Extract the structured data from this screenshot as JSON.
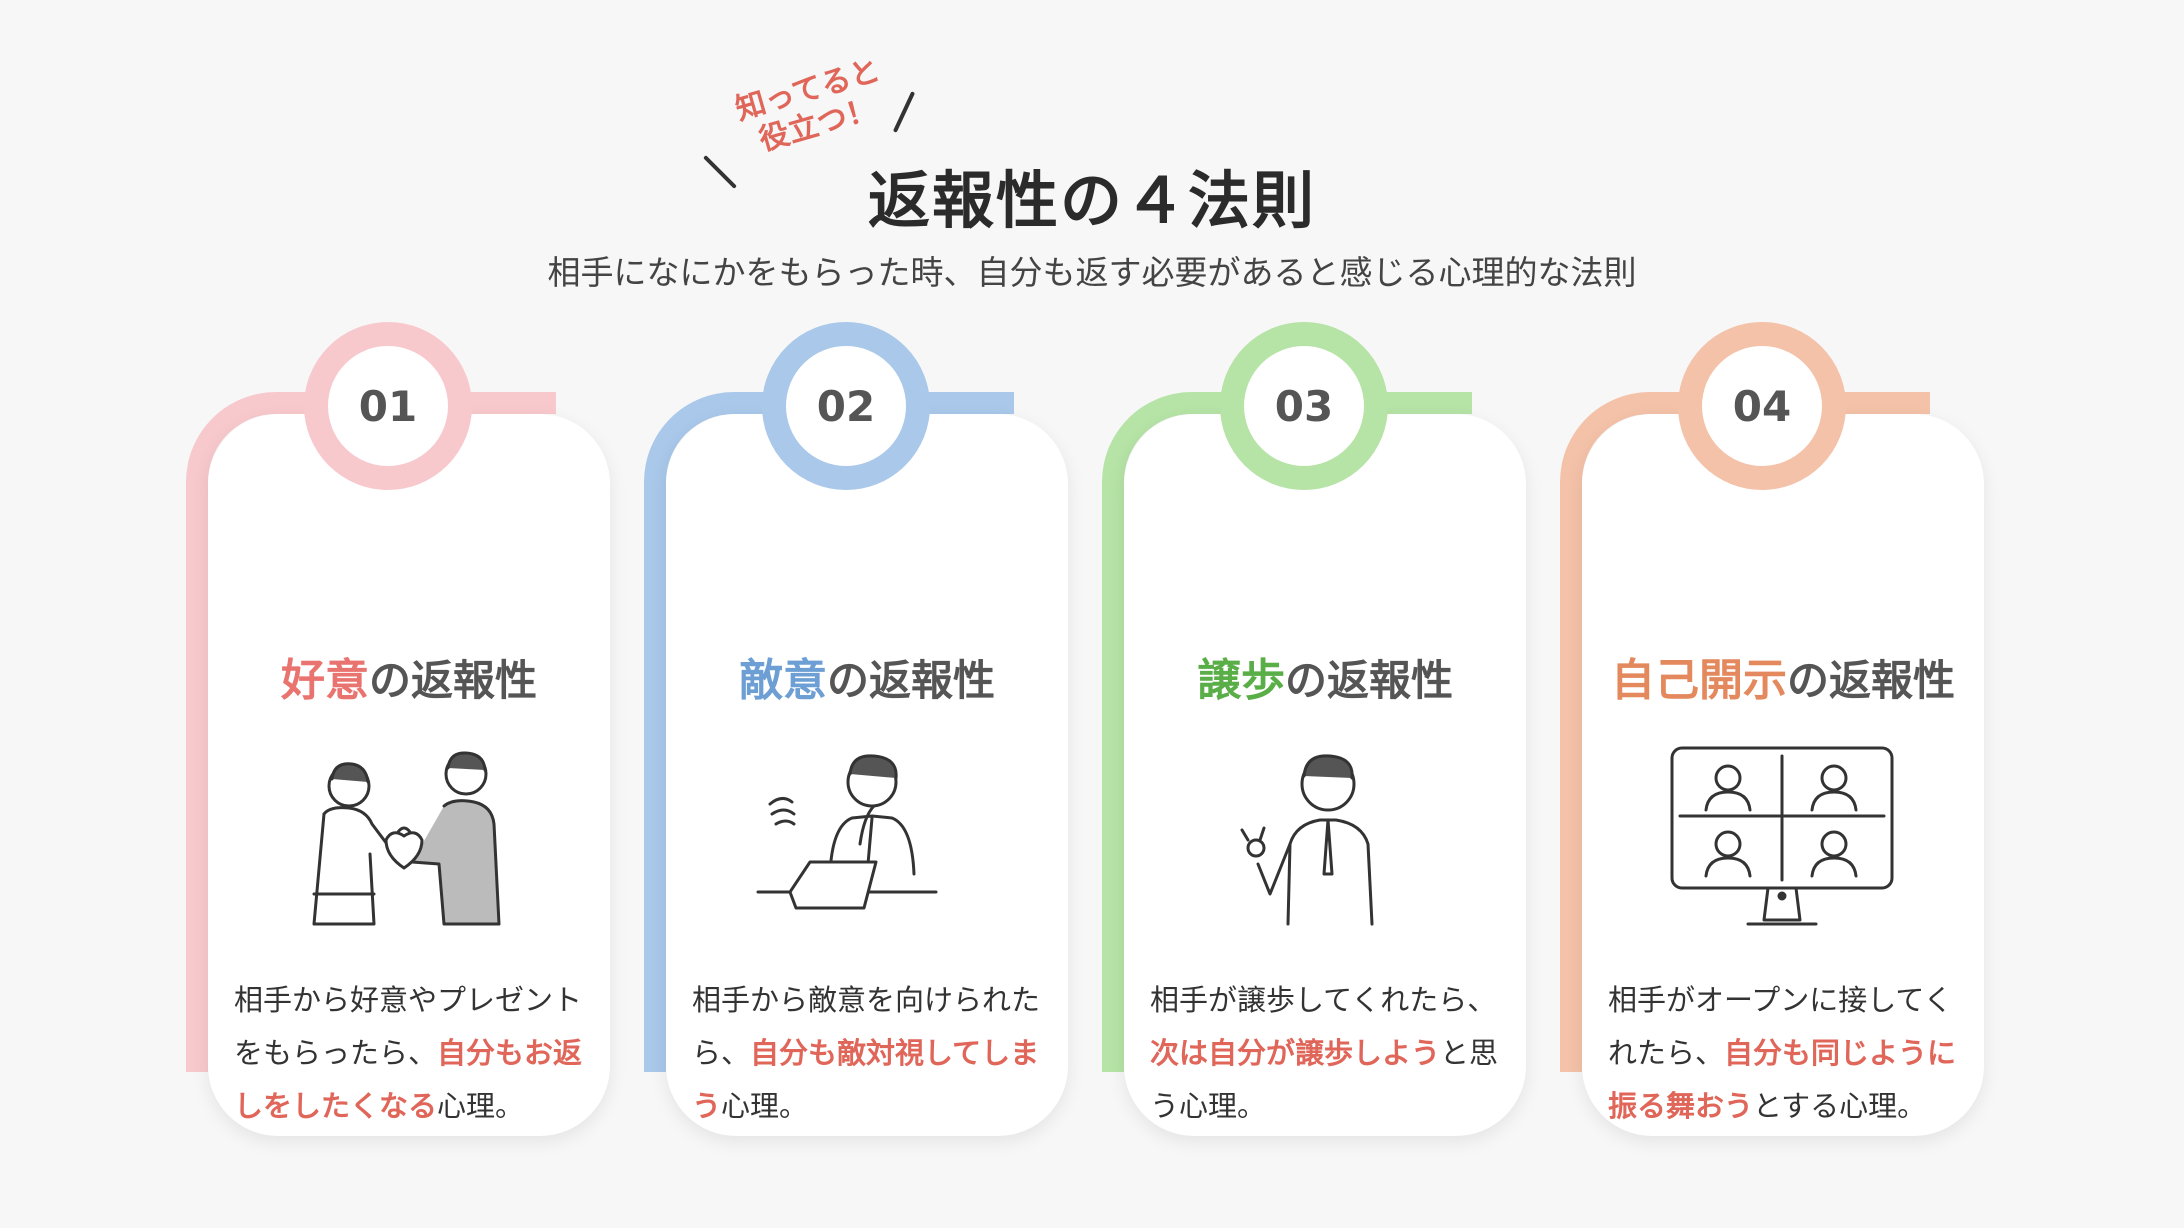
{
  "header": {
    "tag_line1": "知ってると",
    "tag_line2": "役立つ！",
    "title": "返報性の４法則",
    "subtitle": "相手になにかをもらった時、自分も返す必要があると感じる心理的な法則"
  },
  "cards": [
    {
      "number": "01",
      "color": "#f8c9cc",
      "accent": "#e9736f",
      "title_highlight": "好意",
      "title_rest": "の返報性",
      "illustration": "gift-exchange-icon",
      "desc_pre": "相手から好意やプレゼントをもらったら、",
      "desc_em": "自分もお返しをしたくなる",
      "desc_post": "心理。"
    },
    {
      "number": "02",
      "color": "#a9c8ea",
      "accent": "#6e9fd4",
      "title_highlight": "敵意",
      "title_rest": "の返報性",
      "illustration": "stressed-worker-icon",
      "desc_pre": "相手から敵意を向けられたら、",
      "desc_em": "自分も敵対視してしまう",
      "desc_post": "心理。"
    },
    {
      "number": "03",
      "color": "#b6e3a6",
      "accent": "#5aae47",
      "title_highlight": "譲歩",
      "title_rest": "の返報性",
      "illustration": "ok-gesture-man-icon",
      "desc_pre": "相手が譲歩してくれたら、",
      "desc_em": "次は自分が譲歩しよう",
      "desc_post": "と思う心理。"
    },
    {
      "number": "04",
      "color": "#f4c2a8",
      "accent": "#e3895d",
      "title_highlight": "自己開示",
      "title_rest": "の返報性",
      "illustration": "video-call-monitor-icon",
      "desc_pre": "相手がオープンに接してくれたら、",
      "desc_em": "自分も同じように振る舞おう",
      "desc_post": "とする心理。"
    }
  ]
}
